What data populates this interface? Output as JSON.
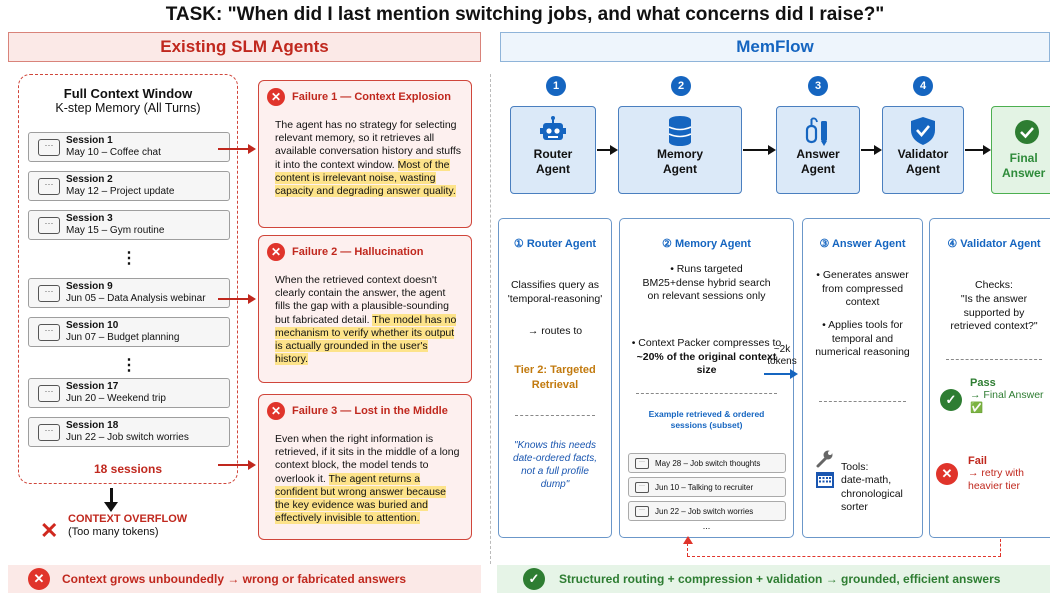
{
  "task": "TASK: \"When did I last mention switching jobs, and what concerns did I raise?\"",
  "left": {
    "banner": "Existing SLM Agents",
    "ctx_title": "Full Context Window",
    "ctx_sub": "K-step Memory (All Turns)",
    "sessions": [
      {
        "name": "Session 1",
        "detail": "May 10 – Coffee chat"
      },
      {
        "name": "Session 2",
        "detail": "May 12 – Project update"
      },
      {
        "name": "Session 3",
        "detail": "May 15 – Gym routine"
      },
      {
        "name": "Session 9",
        "detail": "Jun 05 – Data Analysis webinar"
      },
      {
        "name": "Session 10",
        "detail": "Jun 07 – Budget planning"
      },
      {
        "name": "Session 17",
        "detail": "Jun 20 – Weekend trip"
      },
      {
        "name": "Session 18",
        "detail": "Jun 22 – Job switch worries"
      }
    ],
    "ellipsis": "⋮",
    "sessions_count": "18 sessions",
    "overflow_title": "CONTEXT OVERFLOW",
    "overflow_sub": "(Too many tokens)",
    "failures": [
      {
        "title": "Failure 1 — Context Explosion",
        "text": "The agent has no strategy for selecting relevant memory, so it retrieves all available conversation history and stuffs it into the context window. ",
        "highlight": "Most of the content is irrelevant noise, wasting capacity and degrading answer quality."
      },
      {
        "title": "Failure 2 — Hallucination",
        "text": "When the retrieved context doesn't clearly contain the answer, the agent fills the gap with a plausible-sounding but fabricated detail. ",
        "highlight": "The model has no mechanism to verify whether its output is actually grounded in the user's history."
      },
      {
        "title": "Failure 3 — Lost in the Middle",
        "text": "Even when the right information is retrieved, if it sits in the middle of a long context block, the model tends to overlook it. ",
        "highlight": "The agent returns a confident but wrong answer because the key evidence was buried and effectively invisible to attention."
      }
    ],
    "bottom": "Context grows unboundedly → wrong or fabricated answers"
  },
  "right": {
    "banner": "MemFlow",
    "steps": [
      "1",
      "2",
      "3",
      "4"
    ],
    "agents": [
      {
        "label1": "Router",
        "label2": "Agent"
      },
      {
        "label1": "Memory",
        "label2": "Agent"
      },
      {
        "label1": "Answer",
        "label2": "Agent"
      },
      {
        "label1": "Validator",
        "label2": "Agent"
      }
    ],
    "final": {
      "label1": "Final",
      "label2": "Answer"
    },
    "router": {
      "title": "① Router Agent",
      "classify": "Classifies query as 'temporal-reasoning'",
      "routes": "→ routes to",
      "tier1": "Tier 2: Targeted",
      "tier2": "Retrieval",
      "quote": "\"Knows this needs date-ordered facts, not a full profile dump\""
    },
    "memory": {
      "title": "② Memory Agent",
      "bullet1": "• Runs targeted BM25+dense hybrid search on relevant sessions only",
      "bullet2_pre": "• Context Packer compresses to ",
      "bullet2_bold": "~20% of the original context size",
      "example_title": "Example retrieved & ordered sessions (subset)",
      "items": [
        "May 28 – Job switch thoughts",
        "Jun 10 – Talking to recruiter",
        "Jun 22 – Job switch worries"
      ],
      "more": "..."
    },
    "tokens": "~2k tokens",
    "answer": {
      "title": "③ Answer Agent",
      "bullet1": "• Generates answer from compressed context",
      "bullet2": "• Applies tools for temporal and numerical reasoning",
      "tools_label": "Tools:",
      "tools_text": "date-math, chronological sorter"
    },
    "validator": {
      "title": "④ Validator Agent",
      "checks": "Checks:",
      "question": "\"Is the answer supported by retrieved context?\"",
      "pass": "Pass",
      "pass_sub": "→ Final Answer",
      "pass_check": "✅",
      "fail": "Fail",
      "fail_sub": "→ retry with heavier tier"
    },
    "bottom": "Structured routing + compression + validation → grounded, efficient answers"
  },
  "colors": {
    "red": "#c0281e",
    "blue": "#1565c0",
    "green": "#2e7d32",
    "highlight": "#fde38a",
    "orange": "#c27a0e"
  }
}
